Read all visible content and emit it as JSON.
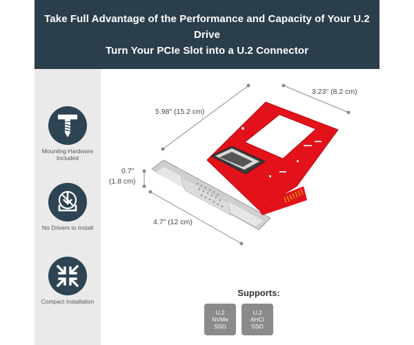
{
  "header": {
    "line1": "Take Full Advantage of the Performance and Capacity of Your U.2 Drive",
    "line2": "Turn Your PCIe Slot into a U.2 Connector"
  },
  "features": [
    {
      "icon": "screw-icon",
      "label_line1": "Mounting Hardware",
      "label_line2": "Included"
    },
    {
      "icon": "no-drivers-icon",
      "label_line1": "No Drivers to Install",
      "label_line2": ""
    },
    {
      "icon": "compact-arrows-icon",
      "label_line1": "Compact Installation",
      "label_line2": ""
    }
  ],
  "dimensions": {
    "length": "5.98\" (15.2 cm)",
    "width": "3.23\" (8.2 cm)",
    "bracket_height_in": "0.7\"",
    "bracket_height_cm": "(1.8 cm)",
    "lower_length": "4.7\" (12 cm)"
  },
  "supports": {
    "title": "Supports:",
    "badges": [
      {
        "line1": "U.2",
        "line2": "NVMe",
        "line3": "SSD"
      },
      {
        "line1": "U.2",
        "line2": "AHCI",
        "line3": "SSD"
      }
    ]
  },
  "colors": {
    "header_bg": "#2b3e4c",
    "sidebar_bg": "#eaeaea",
    "icon_circle": "#2e4453",
    "pcb_red": "#e3111a",
    "badge_gray": "#8a8a8a"
  }
}
